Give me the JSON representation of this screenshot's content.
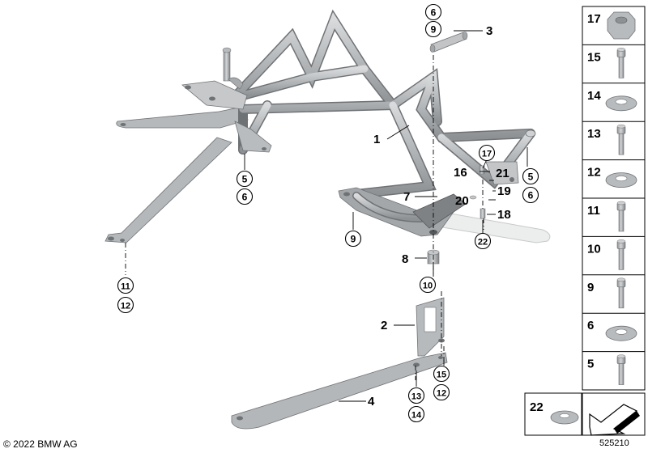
{
  "diagram": {
    "part_labels": [
      {
        "id": "l1",
        "text": "1"
      },
      {
        "id": "l2",
        "text": "2"
      },
      {
        "id": "l3",
        "text": "3"
      },
      {
        "id": "l4",
        "text": "4"
      },
      {
        "id": "l7",
        "text": "7"
      },
      {
        "id": "l8",
        "text": "8"
      },
      {
        "id": "l16",
        "text": "16"
      },
      {
        "id": "l18",
        "text": "18"
      },
      {
        "id": "l19",
        "text": "19"
      },
      {
        "id": "l20",
        "text": "20"
      },
      {
        "id": "l21",
        "text": "21"
      }
    ],
    "circled_labels": [
      {
        "id": "c6a",
        "text": "6"
      },
      {
        "id": "c9a",
        "text": "9"
      },
      {
        "id": "c5a",
        "text": "5"
      },
      {
        "id": "c6b",
        "text": "6"
      },
      {
        "id": "c5b",
        "text": "5"
      },
      {
        "id": "c6c",
        "text": "6"
      },
      {
        "id": "c17",
        "text": "17"
      },
      {
        "id": "c9b",
        "text": "9"
      },
      {
        "id": "c22",
        "text": "22"
      },
      {
        "id": "c10",
        "text": "10"
      },
      {
        "id": "c11",
        "text": "11"
      },
      {
        "id": "c12a",
        "text": "12"
      },
      {
        "id": "c15",
        "text": "15"
      },
      {
        "id": "c12b",
        "text": "12"
      },
      {
        "id": "c13",
        "text": "13"
      },
      {
        "id": "c14",
        "text": "14"
      }
    ]
  },
  "legend": {
    "items": [
      {
        "label": "17",
        "icon": "nut-icon"
      },
      {
        "label": "15",
        "icon": "bolt-icon"
      },
      {
        "label": "14",
        "icon": "washer-icon"
      },
      {
        "label": "13",
        "icon": "bolt-icon"
      },
      {
        "label": "12",
        "icon": "washer-icon"
      },
      {
        "label": "11",
        "icon": "bolt-icon"
      },
      {
        "label": "10",
        "icon": "bolt-icon"
      },
      {
        "label": "9",
        "icon": "bolt-icon"
      },
      {
        "label": "6",
        "icon": "washer-icon"
      },
      {
        "label": "5",
        "icon": "bolt-icon"
      }
    ],
    "bottom_item": {
      "label": "22",
      "icon": "flat-washer-icon"
    },
    "arrow_icon": "direction-arrow-icon"
  },
  "footer": {
    "copyright": "© 2022 BMW AG",
    "diagram_number": "525210"
  },
  "colors": {
    "part_fill": "#b9bbbd",
    "part_dark": "#8f9295",
    "part_light": "#d6d8da",
    "ghost_part": "#e8e9ea",
    "line": "#000000"
  }
}
